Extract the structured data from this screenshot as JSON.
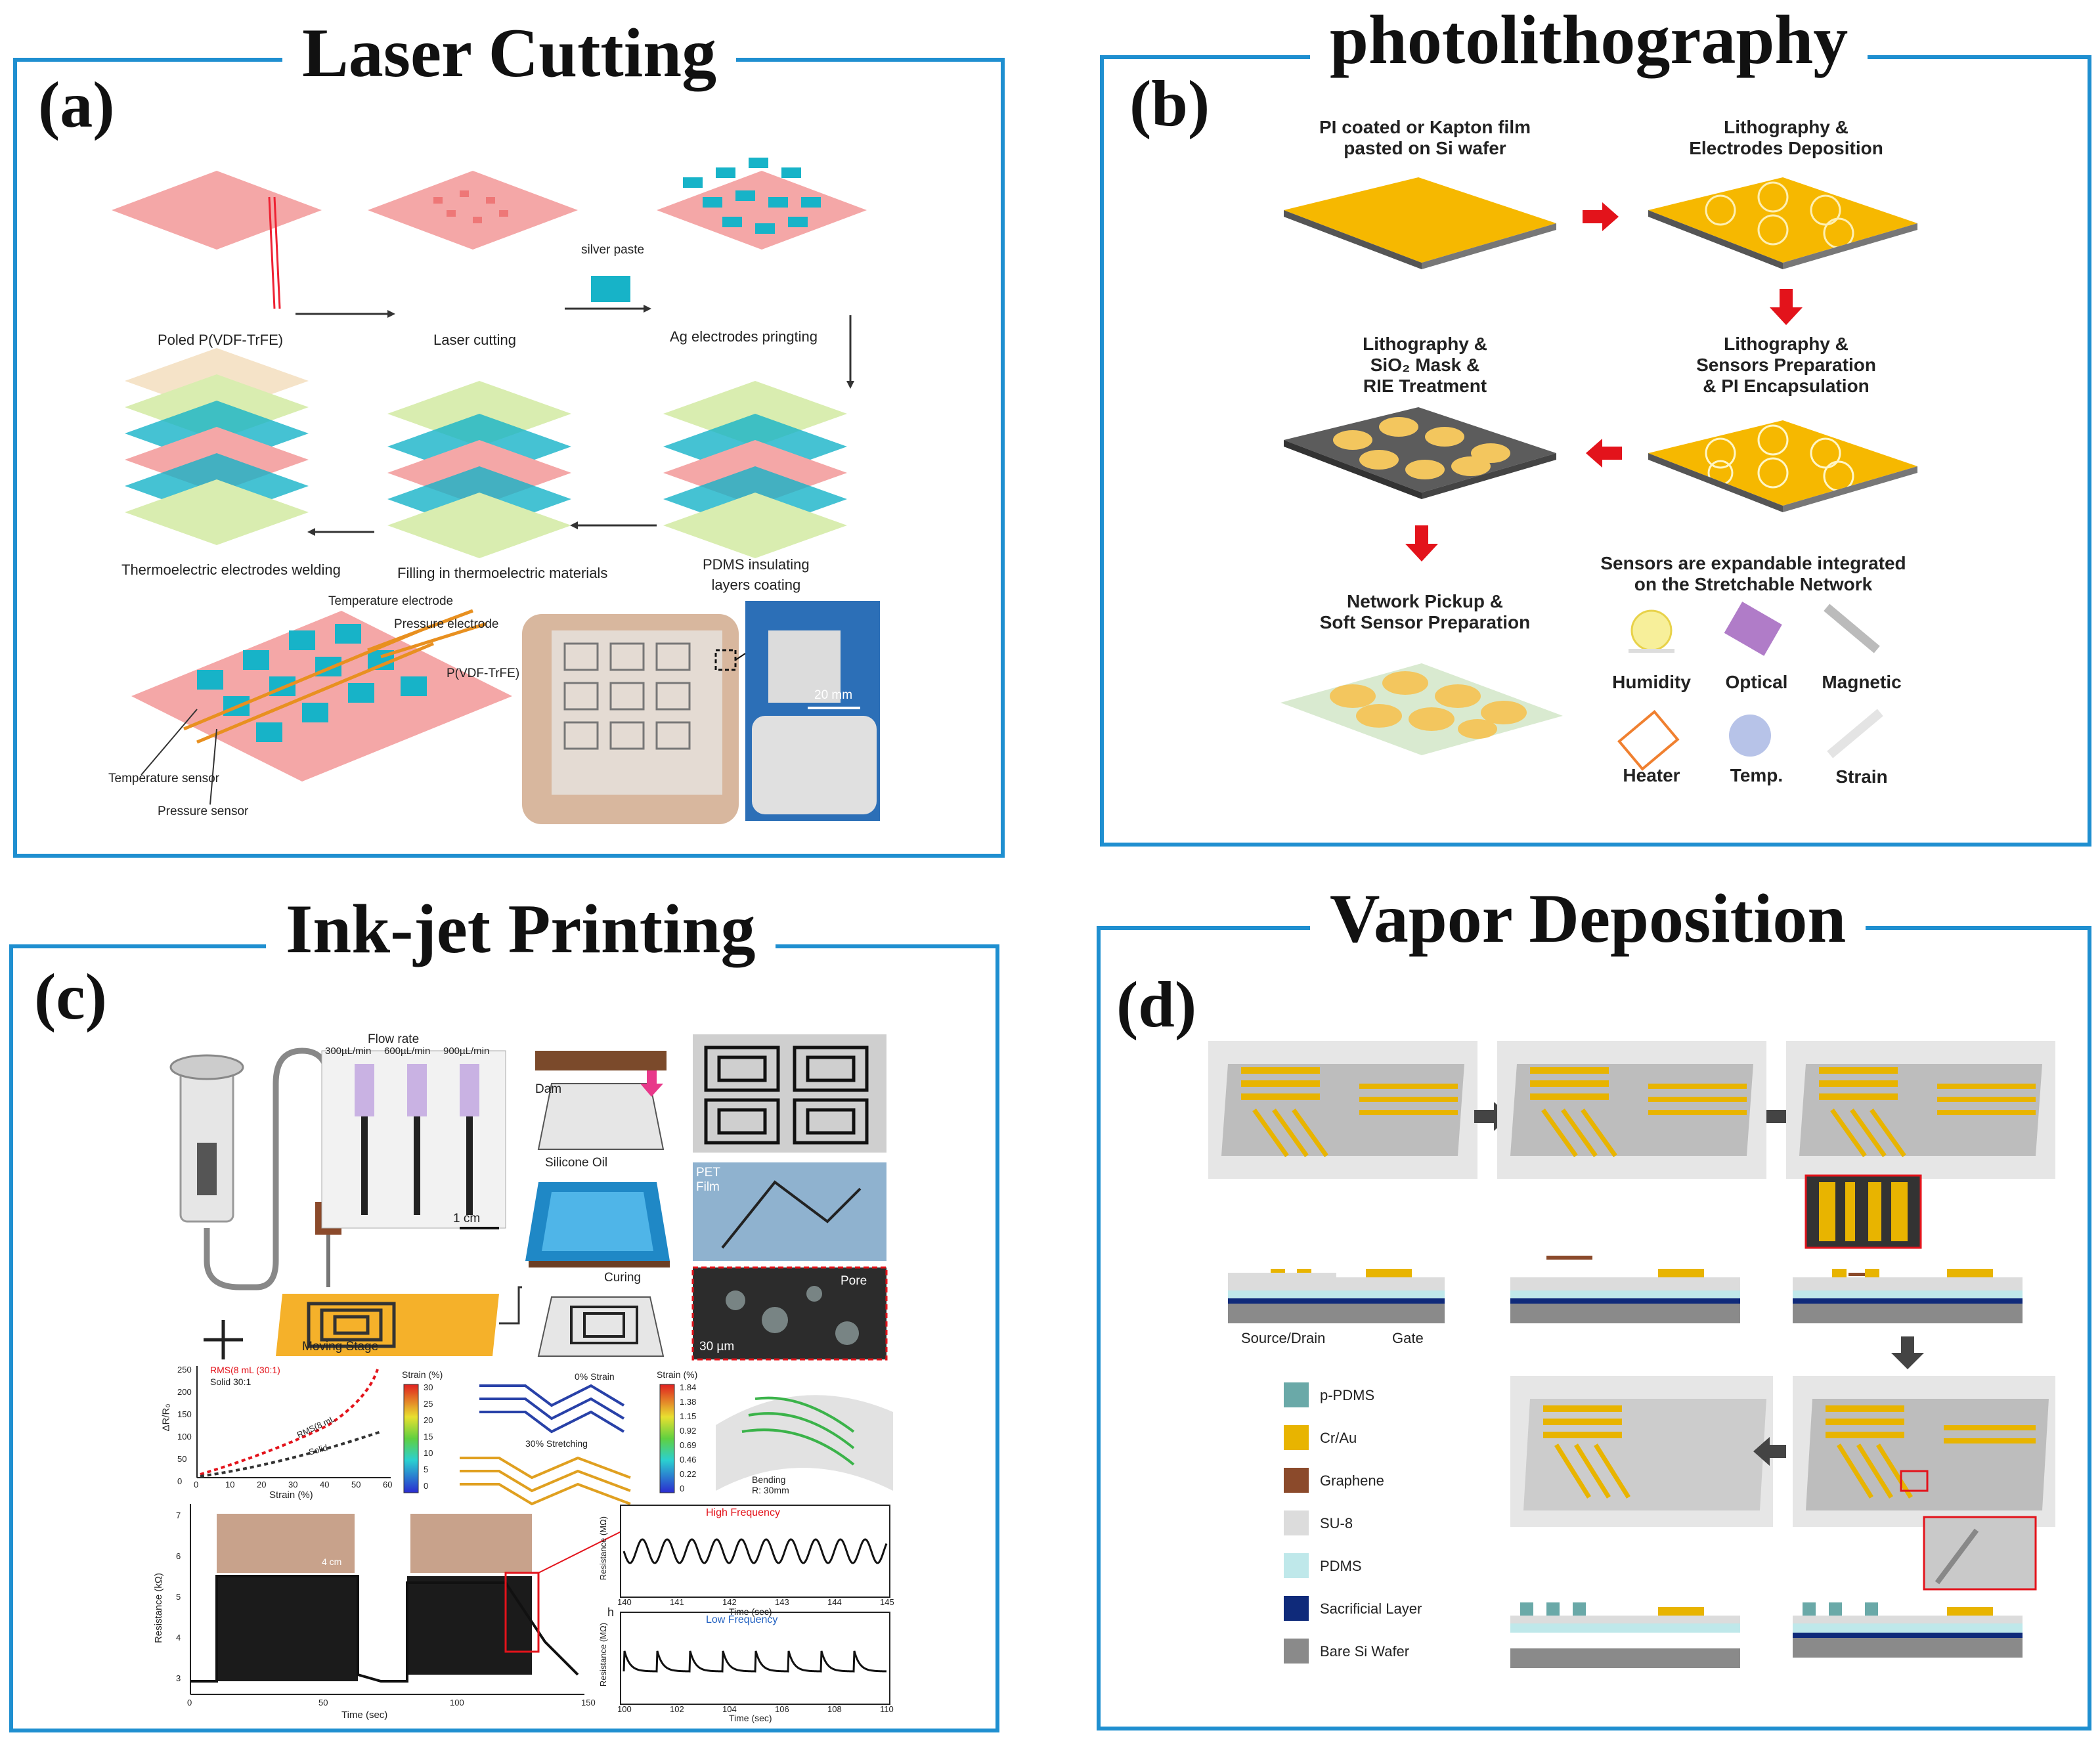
{
  "panel_a": {
    "title": "Laser Cutting",
    "label": "(a)",
    "steps": [
      "Poled P(VDF-TrFE)",
      "Laser cutting",
      "Ag electrodes pringting",
      "Thermoelectric electrodes welding",
      "Filling in thermoelectric materials",
      "PDMS insulating\nlayers coating"
    ],
    "silver_paste": "silver paste",
    "annotations": [
      "Temperature electrode",
      "Pressure electrode",
      "P(VDF-TrFE)",
      "Temperature sensor",
      "Pressure sensor"
    ],
    "scale_bar": "20 mm"
  },
  "panel_b": {
    "title": "photolithography",
    "label": "(b)",
    "steps": [
      "PI coated or Kapton film\npasted on Si wafer",
      "Lithography &\nElectrodes Deposition",
      "Lithography &\nSensors Preparation\n& PI Encapsulation",
      "Lithography &\nSiO₂ Mask &\nRIE Treatment",
      "Network Pickup &\nSoft Sensor Preparation"
    ],
    "sensors_caption": "Sensors are expandable integrated\non the Stretchable Network",
    "sensors": [
      "Humidity",
      "Optical",
      "Magnetic",
      "Heater",
      "Temp.",
      "Strain"
    ]
  },
  "panel_c": {
    "title": "Ink-jet Printing",
    "label": "(c)",
    "flow_rate_title": "Flow rate",
    "flow_rates": [
      "300µL/min",
      "600µL/min",
      "900µL/min"
    ],
    "scale_1cm": "1 cm",
    "dam": "Dam",
    "silicone_oil": "Silicone Oil",
    "curing": "Curing",
    "moving_stage": "Moving Stage",
    "pet_film": "PET\nFilm",
    "pore": "Pore",
    "scale_30um": "30 µm",
    "plot1": {
      "legend": [
        "RMS(8 mL (30:1)",
        "Solid 30:1"
      ],
      "xlabel": "Strain (%)",
      "ylabel": "ΔR/R₀",
      "xticks": [
        "0",
        "10",
        "20",
        "30",
        "40",
        "50",
        "60"
      ],
      "yticks": [
        "0",
        "50",
        "100",
        "150",
        "200",
        "250"
      ],
      "ann": [
        "RMS(8 mL",
        "Solid"
      ]
    },
    "colorbar1": {
      "title": "Strain (%)",
      "ticks": [
        "30",
        "25",
        "20",
        "15",
        "10",
        "5",
        "0"
      ]
    },
    "strain_labels": [
      "0% Strain",
      "30% Stretching"
    ],
    "colorbar2": {
      "title": "Strain (%)",
      "ticks": [
        "1.84",
        "1.38",
        "1.15",
        "0.92",
        "0.69",
        "0.46",
        "0.22",
        "0"
      ]
    },
    "bending": "Bending\nR: 30mm",
    "time_plot": {
      "xlabel": "Time (sec)",
      "ylabel": "Resistance (kΩ)",
      "xticks": [
        "0",
        "50",
        "100",
        "150"
      ],
      "yticks": [
        "3",
        "4",
        "5",
        "6",
        "7"
      ],
      "scale": "4 cm"
    },
    "high_freq": {
      "title": "High Frequency",
      "xlabel": "Time (sec)",
      "xticks": [
        "140",
        "141",
        "142",
        "143",
        "144",
        "145"
      ],
      "ylabel": "Resistance (MΩ)"
    },
    "low_freq": {
      "title": "Low Frequency",
      "xlabel": "Time (sec)",
      "xticks": [
        "100",
        "102",
        "104",
        "106",
        "108",
        "110"
      ],
      "ylabel": "Resistance (MΩ)"
    },
    "h_label": "h"
  },
  "panel_d": {
    "title": "Vapor Deposition",
    "label": "(d)",
    "labels": [
      "Source/Drain",
      "Gate"
    ],
    "legend": [
      "p-PDMS",
      "Cr/Au",
      "Graphene",
      "SU-8",
      "PDMS",
      "Sacrificial Layer",
      "Bare Si Wafer"
    ],
    "legend_colors": [
      "#6aa9a8",
      "#e8b400",
      "#8b4a2b",
      "#dcdcdc",
      "#bfe8ea",
      "#0f2a7a",
      "#8a8a8a"
    ]
  }
}
